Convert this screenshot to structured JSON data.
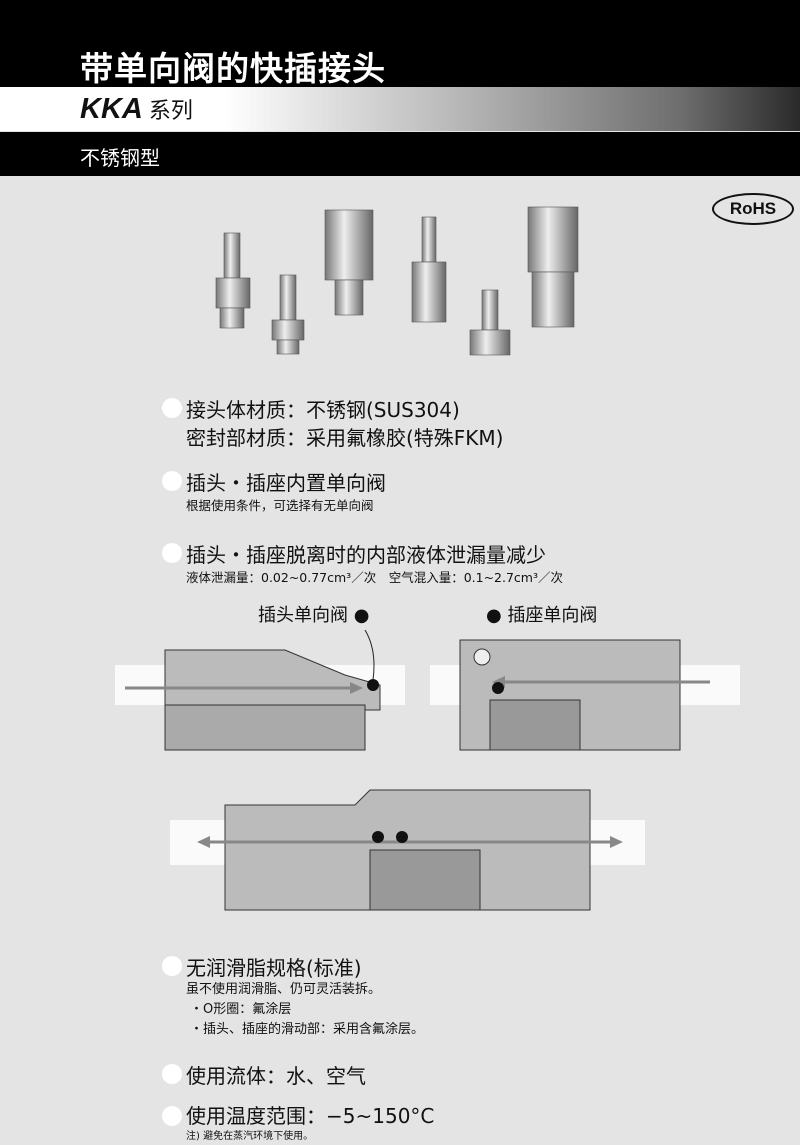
{
  "header": {
    "title": "带单向阀的快插接头",
    "series": "KKA",
    "series_suffix": "系列",
    "type": "不锈钢型"
  },
  "badge": "RoHS",
  "features": [
    {
      "lines": [
        "接头体材质：不锈钢(SUS304)",
        "密封部材质：采用氟橡胶(特殊FKM)"
      ]
    },
    {
      "title": "插头・插座内置单向阀",
      "notes": [
        "根据使用条件，可选择有无单向阀"
      ]
    },
    {
      "title": "插头・插座脱离时的内部液体泄漏量减少",
      "notes": [
        "液体泄漏量：0.02~0.77cm³／次　空气混入量：0.1~2.7cm³／次"
      ]
    },
    {
      "title": "无润滑脂规格(标准)",
      "notes": [
        "虽不使用润滑脂、仍可灵活装拆。",
        "・O形圈：氟涂层",
        "・插头、插座的滑动部：采用含氟涂层。"
      ]
    },
    {
      "title": "使用流体：水、空气"
    },
    {
      "title": "使用温度范围：−5~150°C",
      "notes": [
        "注) 避免在蒸汽环境下使用。"
      ]
    }
  ],
  "diagram": {
    "plug_valve_label": "插头单向阀",
    "socket_valve_label": "插座单向阀"
  },
  "colors": {
    "header": "#000000",
    "background": "#e4e4e4"
  }
}
